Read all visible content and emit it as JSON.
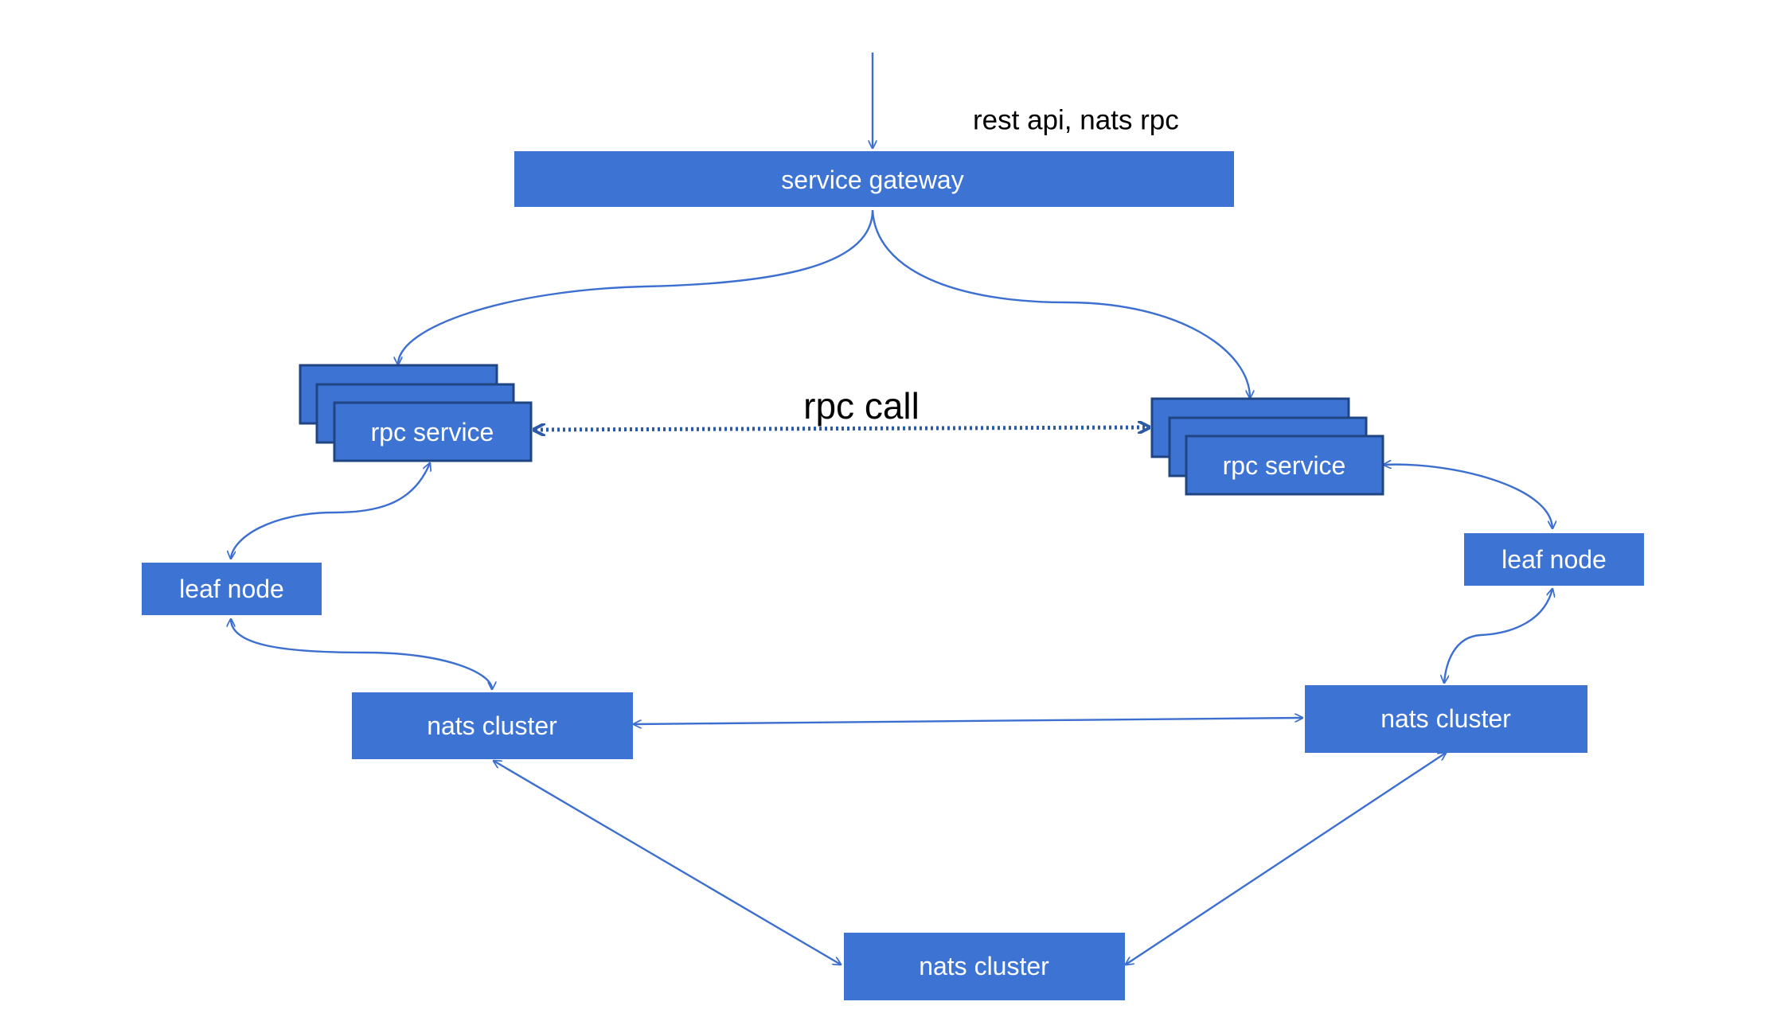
{
  "diagram": {
    "entry_label": "rest api, nats rpc",
    "rpc_call_label": "rpc call",
    "nodes": {
      "gateway": "service gateway",
      "rpc_left": "rpc service",
      "rpc_right": "rpc service",
      "leaf_left": "leaf node",
      "leaf_right": "leaf node",
      "nats_left": "nats cluster",
      "nats_right": "nats cluster",
      "nats_bottom": "nats cluster"
    },
    "edges": [
      {
        "from": "external",
        "to": "gateway",
        "direction": "one-way"
      },
      {
        "from": "gateway",
        "to": "rpc_left",
        "direction": "one-way"
      },
      {
        "from": "gateway",
        "to": "rpc_right",
        "direction": "one-way"
      },
      {
        "from": "rpc_left",
        "to": "rpc_right",
        "direction": "two-way",
        "style": "dashed"
      },
      {
        "from": "rpc_left",
        "to": "leaf_left",
        "direction": "two-way"
      },
      {
        "from": "rpc_right",
        "to": "leaf_right",
        "direction": "two-way"
      },
      {
        "from": "leaf_left",
        "to": "nats_left",
        "direction": "two-way"
      },
      {
        "from": "leaf_right",
        "to": "nats_right",
        "direction": "two-way"
      },
      {
        "from": "nats_left",
        "to": "nats_right",
        "direction": "two-way"
      },
      {
        "from": "nats_left",
        "to": "nats_bottom",
        "direction": "two-way"
      },
      {
        "from": "nats_right",
        "to": "nats_bottom",
        "direction": "two-way"
      }
    ],
    "colors": {
      "node_fill": "#3d74d4",
      "node_border": "#1f4582",
      "edge": "#3d6fd0",
      "rpc_edge": "#2c5aa6",
      "label_text": "#ffffff"
    }
  }
}
